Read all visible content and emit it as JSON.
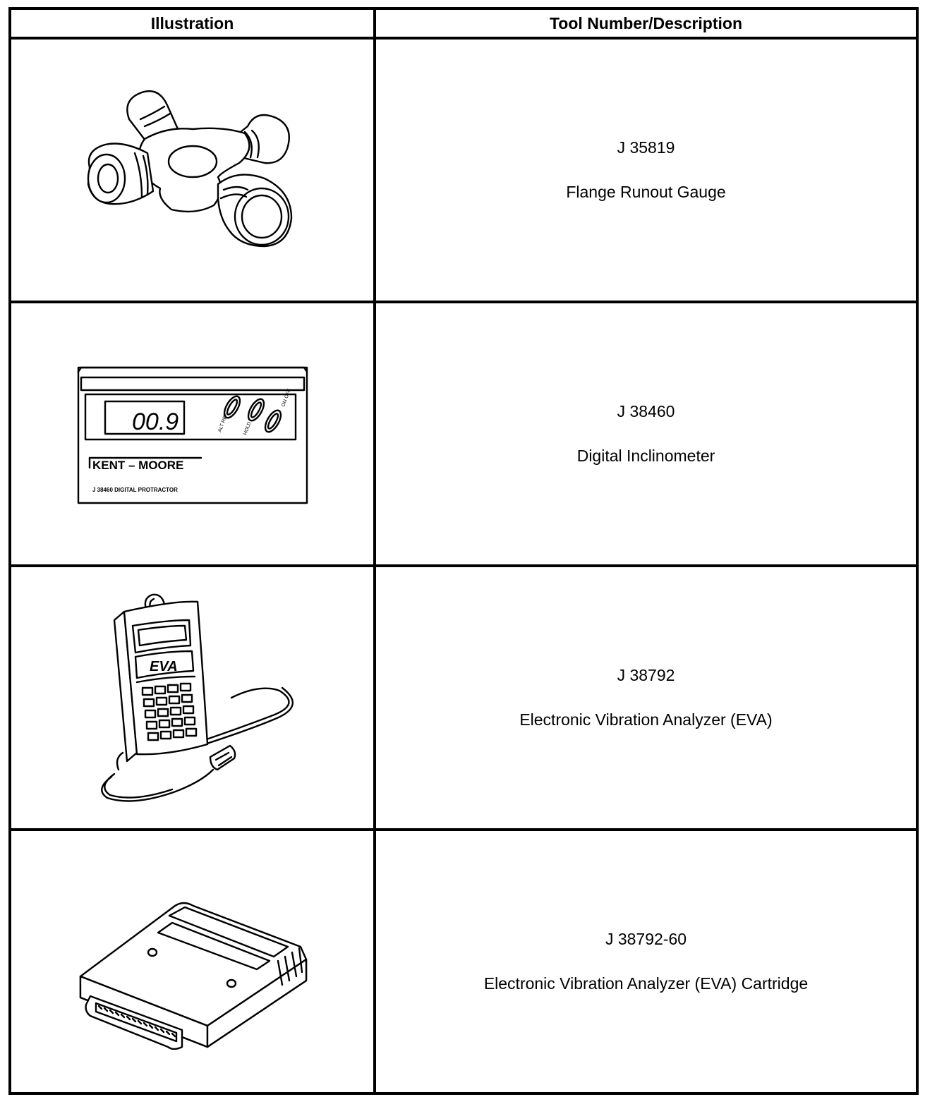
{
  "table": {
    "headers": {
      "illustration": "Illustration",
      "description": "Tool Number/Description"
    },
    "rows": [
      {
        "illustration_icon": "universal-joint-icon",
        "tool_number": "J 35819",
        "description": "Flange Runout Gauge"
      },
      {
        "illustration_icon": "digital-inclinometer-icon",
        "tool_number": "J 38460",
        "description": "Digital Inclinometer",
        "device_text": {
          "display": "00.9",
          "button_1": "ALT REF",
          "button_2": "HOLD",
          "button_3": "ON OFF",
          "brand": "KENT – MOORE",
          "model": "J 38460  DIGITAL PROTRACTOR"
        }
      },
      {
        "illustration_icon": "vibration-analyzer-icon",
        "tool_number": "J 38792",
        "description": "Electronic Vibration Analyzer (EVA)",
        "device_text": {
          "logo": "EVA"
        }
      },
      {
        "illustration_icon": "eva-cartridge-icon",
        "tool_number": "J 38792-60",
        "description": "Electronic Vibration Analyzer (EVA) Cartridge"
      }
    ]
  }
}
